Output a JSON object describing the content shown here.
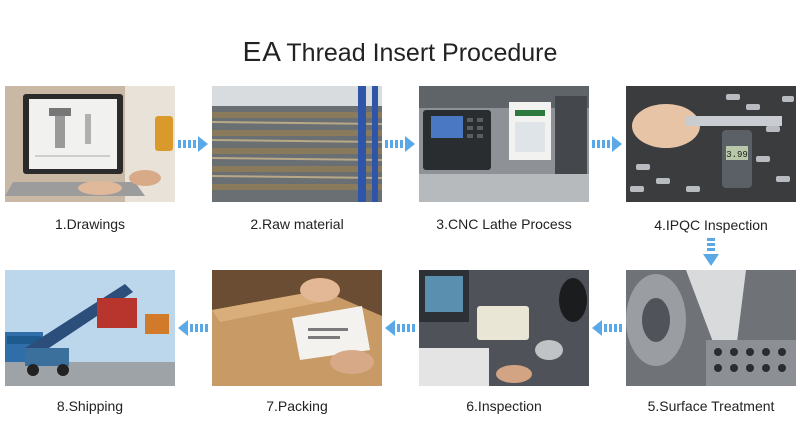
{
  "title": {
    "brand": "EA",
    "text": "Thread Insert Procedure"
  },
  "steps": [
    {
      "label": "1.Drawings"
    },
    {
      "label": "2.Raw material"
    },
    {
      "label": "3.CNC Lathe Process"
    },
    {
      "label": "4.IPQC Inspection"
    },
    {
      "label": "5.Surface Treatment"
    },
    {
      "label": "6.Inspection"
    },
    {
      "label": "7.Packing"
    },
    {
      "label": "8.Shipping"
    }
  ],
  "colors": {
    "arrow": "#5aa9e6",
    "text": "#222222"
  },
  "photo_text": {
    "gauge_reading": "3.99"
  }
}
